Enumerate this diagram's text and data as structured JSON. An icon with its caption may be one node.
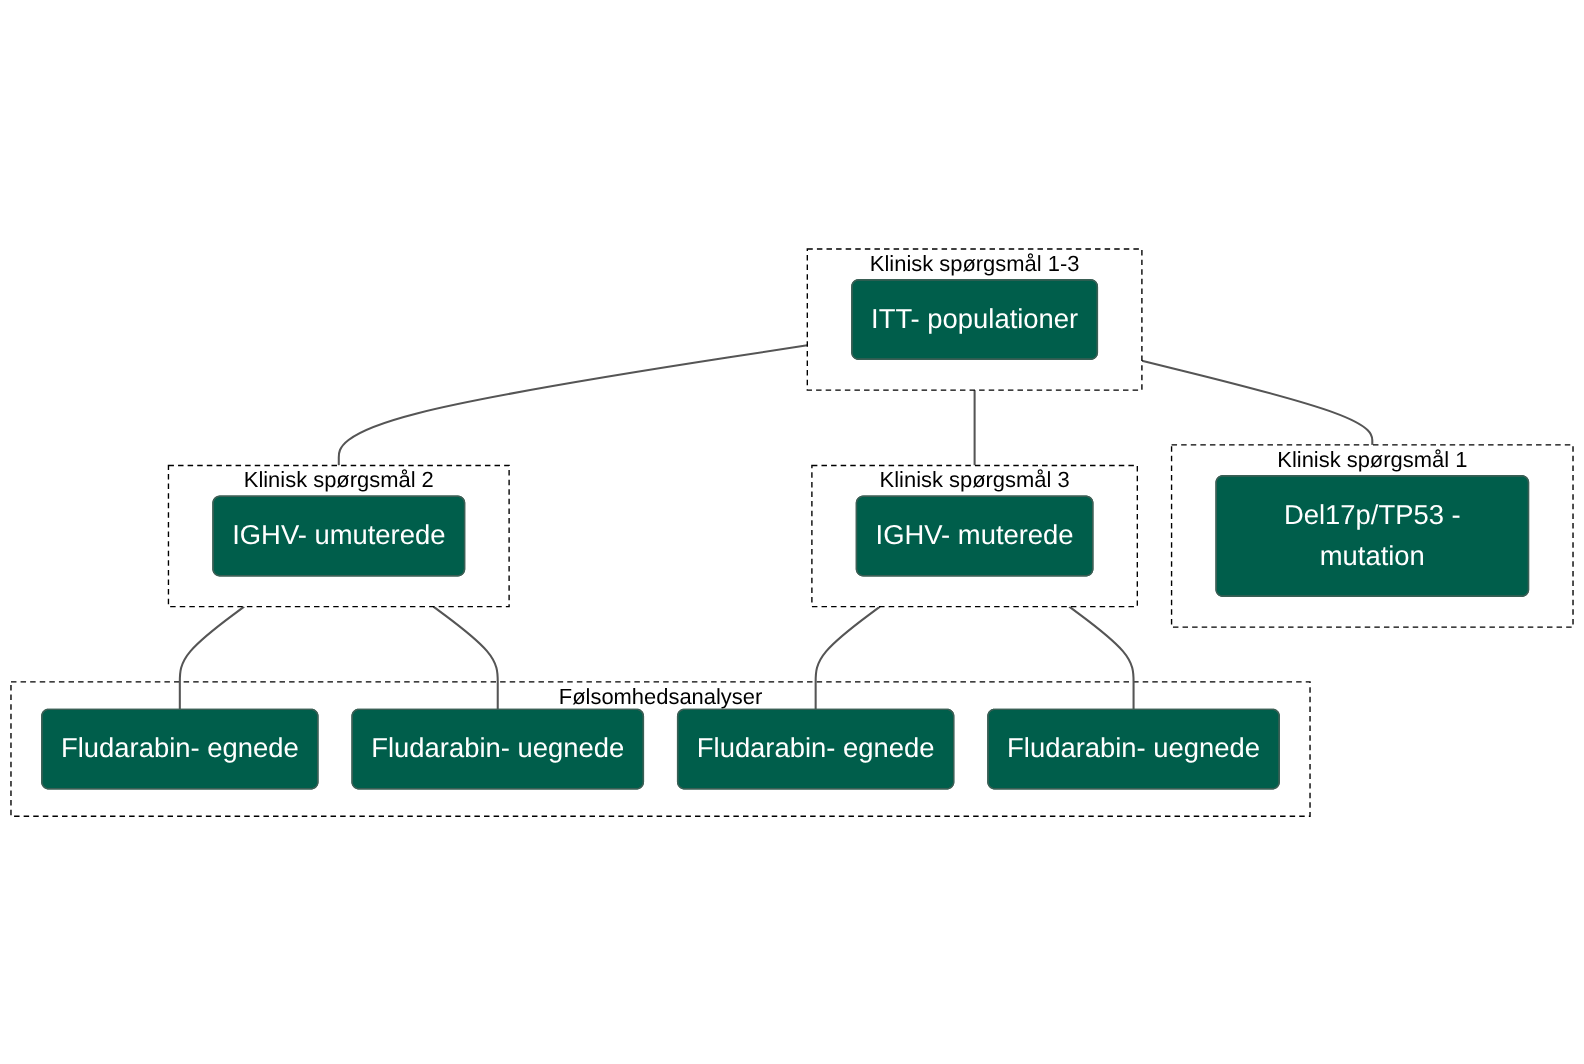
{
  "diagram": {
    "nodes": [
      {
        "text": [
          "Klinisk spørgsmål 1-3"
        ]
      },
      {
        "text": [
          "ITT- populationer"
        ],
        "in": 0
      },
      {
        "text": [
          "Klinisk spørgsmål 1"
        ]
      },
      {
        "text": [
          "Del17p/TP53 -mutation"
        ],
        "in": 2
      },
      {
        "text": [
          "Klinisk spørgsmål 2"
        ]
      },
      {
        "text": [
          "IGHV- umuterede"
        ],
        "in": 4
      },
      {
        "text": [
          "Klinisk spørgsmål 3"
        ]
      },
      {
        "text": [
          "IGHV- muterede"
        ],
        "in": 6
      },
      {
        "text": [
          "Følsomhedsanalyser"
        ]
      },
      {
        "text": [
          "Fludarabin- egnede"
        ],
        "in": 8
      },
      {
        "text": [
          "Fludarabin- uegnede"
        ],
        "in": 8
      },
      {
        "text": [
          "Fludarabin- egnede"
        ],
        "in": 8
      },
      {
        "text": [
          "Fludarabin- uegnede"
        ],
        "in": 8
      }
    ],
    "edges": [
      {
        "from": 0,
        "to": 2,
        "arrow": "none"
      },
      {
        "from": 0,
        "to": 4,
        "arrow": "none"
      },
      {
        "from": 0,
        "to": 6,
        "arrow": "none"
      },
      {
        "from": 4,
        "to": 9,
        "arrow": "none"
      },
      {
        "from": 4,
        "to": 10,
        "arrow": "none"
      },
      {
        "from": 6,
        "to": 11,
        "arrow": "none"
      },
      {
        "from": 6,
        "to": 12,
        "arrow": "none"
      }
    ]
  }
}
